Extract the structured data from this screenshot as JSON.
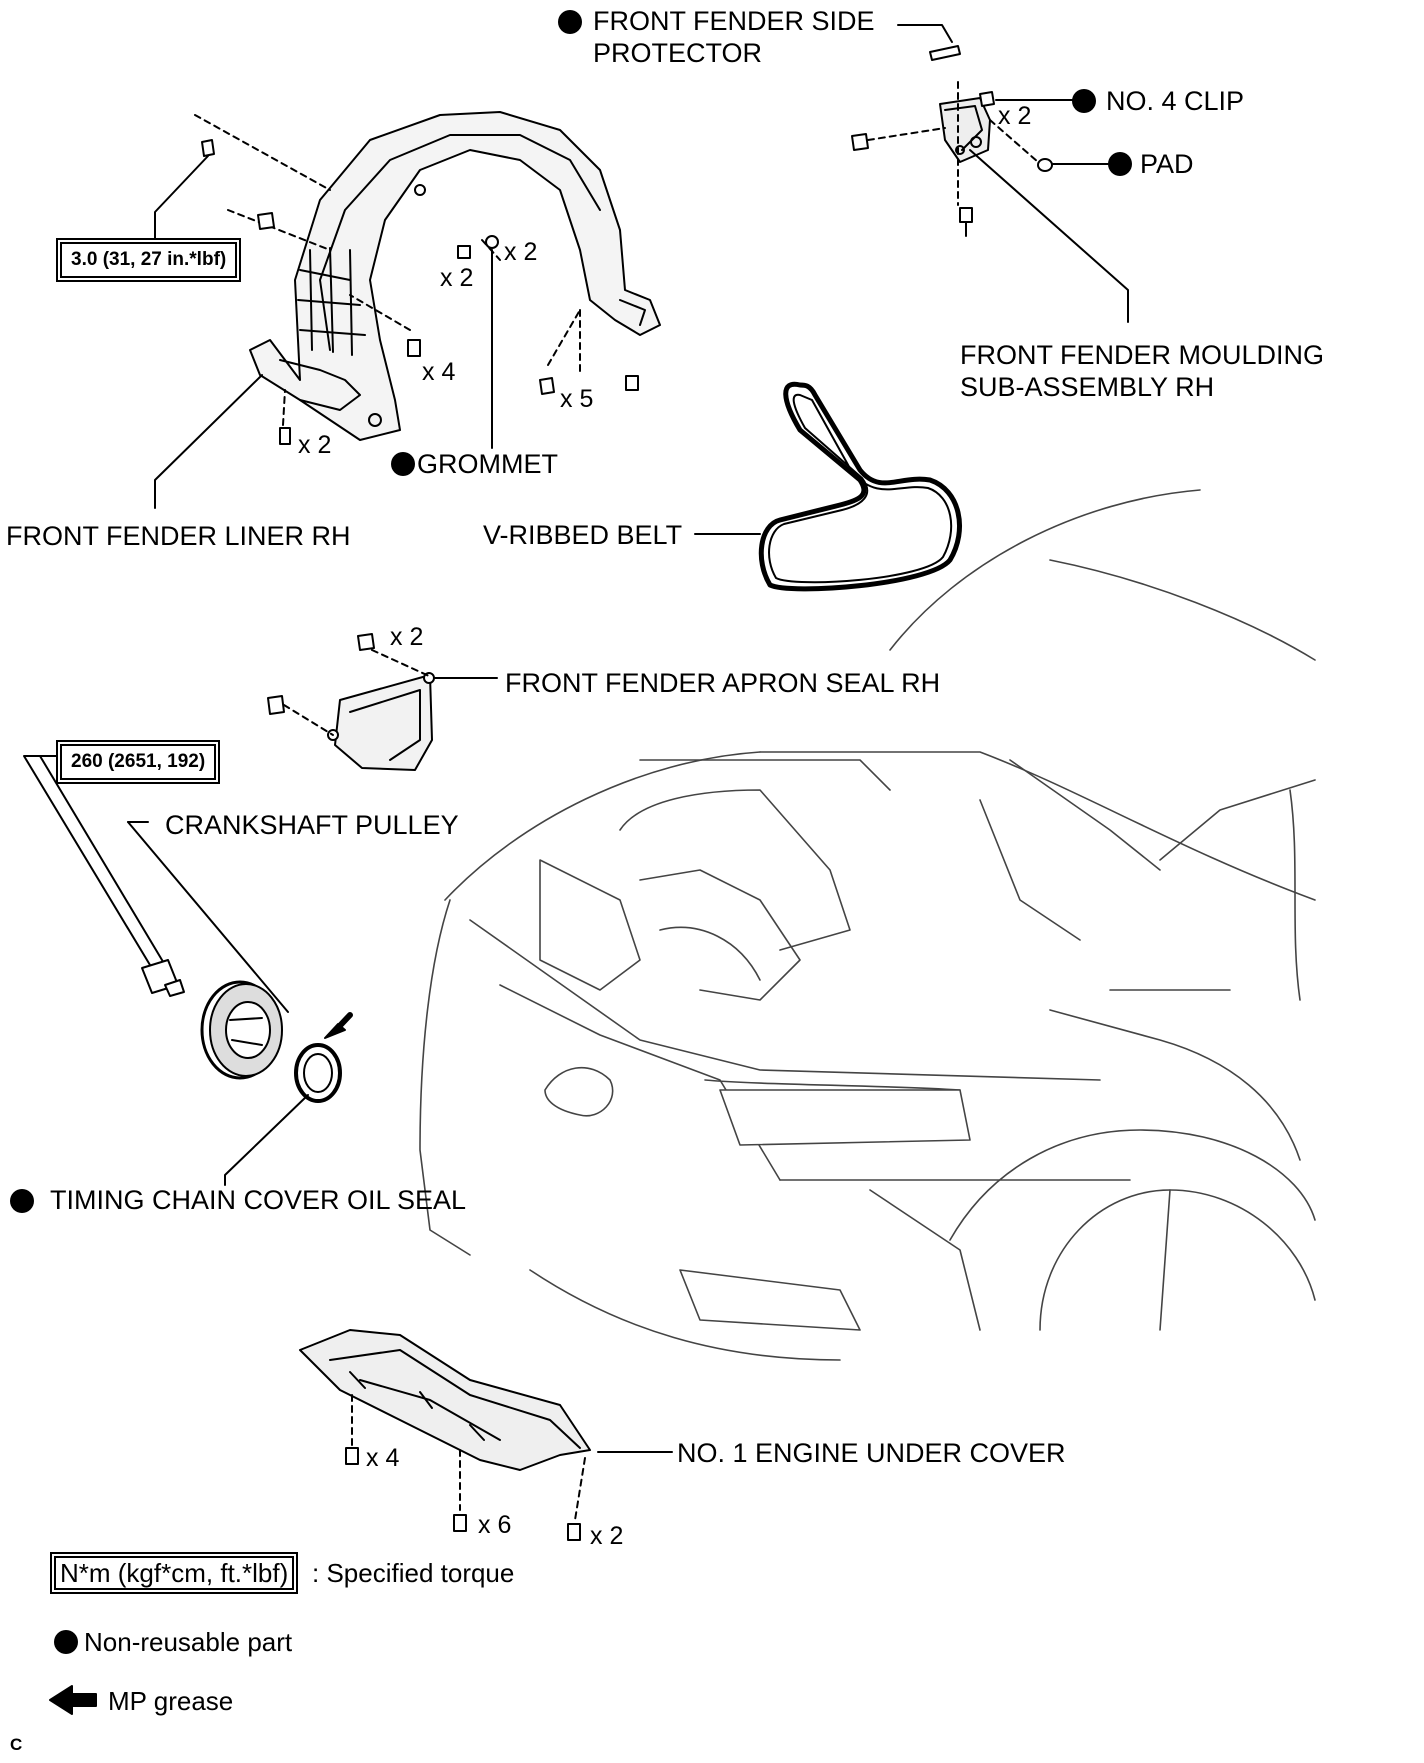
{
  "parts": {
    "side_protector_line1": "FRONT FENDER SIDE",
    "side_protector_line2": "PROTECTOR",
    "no4_clip": "NO. 4 CLIP",
    "pad": "PAD",
    "moulding_line1": "FRONT FENDER MOULDING",
    "moulding_line2": "SUB-ASSEMBLY RH",
    "liner": "FRONT FENDER LINER RH",
    "grommet": "GROMMET",
    "v_belt": "V-RIBBED BELT",
    "apron_seal": "FRONT FENDER APRON SEAL RH",
    "crank_pulley": "CRANKSHAFT PULLEY",
    "oil_seal": "TIMING CHAIN COVER OIL SEAL",
    "under_cover": "NO. 1 ENGINE UNDER COVER"
  },
  "torques": {
    "liner": "3.0 (31, 27 in.*lbf)",
    "crank_bolt": "260 (2651, 192)"
  },
  "quantities": {
    "clip": "x 2",
    "liner_screw": "x 2",
    "liner_grommet": "x 2",
    "liner_clip": "x 4",
    "liner_lower": "x 2",
    "liner_right": "x 5",
    "apron": "x 2",
    "under_left": "x 4",
    "under_mid": "x 6",
    "under_right": "x 2"
  },
  "legend": {
    "torque_box": "N*m (kgf*cm, ft.*lbf)",
    "torque_text": ": Specified torque",
    "non_reusable": "Non-reusable part",
    "grease": "MP grease"
  },
  "corner_code": "C"
}
